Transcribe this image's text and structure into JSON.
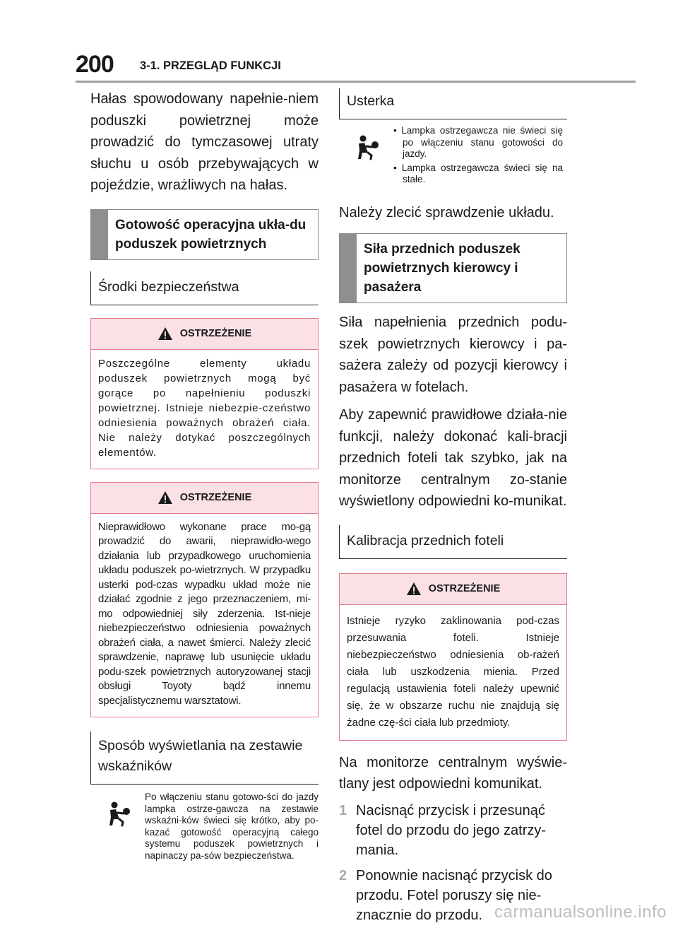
{
  "header": {
    "page_number": "200",
    "section": "3-1. PRZEGLĄD FUNKCJI"
  },
  "left": {
    "intro": "Hałas spowodowany napełnie-niem poduszki powietrznej może prowadzić do tymczasowej utraty słuchu u osób przebywających w pojeździe, wrażliwych na hałas.",
    "heading_readiness": "Gotowość operacyjna ukła-du poduszek powietrznych",
    "sub_safety": "Środki bezpieczeństwa",
    "warning1": {
      "title": "OSTRZEŻENIE",
      "text": "Poszczególne elementy układu poduszek powietrznych mogą być gorące po napełnieniu poduszki powietrznej. Istnieje niebezpie-czeństwo odniesienia poważnych obrażeń ciała. Nie należy dotykać poszczególnych elementów."
    },
    "warning2": {
      "title": "OSTRZEŻENIE",
      "text": "Nieprawidłowo wykonane prace mo-gą prowadzić do awarii, nieprawidło-wego działania lub przypadkowego uruchomienia układu poduszek po-wietrznych. W przypadku usterki pod-czas wypadku układ może nie działać zgodnie z jego przeznaczeniem, mi-mo odpowiedniej siły zderzenia. Ist-nieje niebezpieczeństwo odniesienia poważnych obrażeń ciała, a nawet śmierci. Należy zlecić sprawdzenie, naprawę lub usunięcie układu podu-szek powietrznych autoryzowanej stacji obsługi Toyoty bądź innemu specjalistycznemu warsztatowi."
    },
    "sub_display": "Sposób wyświetlania na zestawie wskaźników",
    "display_text": "Po włączeniu stanu gotowo-ści do jazdy lampka ostrze-gawcza na zestawie wskaźni-ków świeci się krótko, aby po-kazać gotowość operacyjną całego systemu poduszek powietrznych i napinaczy pa-sów bezpieczeństwa."
  },
  "right": {
    "sub_fault": "Usterka",
    "fault_items": [
      "Lampka ostrzegawcza nie świeci się po włączeniu stanu gotowości do jazdy.",
      "Lampka ostrzegawcza świeci się na stałe."
    ],
    "fault_action": "Należy zlecić sprawdzenie układu.",
    "heading_force": "Siła przednich poduszek powietrznych kierowcy i pasażera",
    "force_text1": "Siła napełnienia przednich podu-szek powietrznych kierowcy i pa-sażera zależy od pozycji kierowcy i pasażera w fotelach.",
    "force_text2": "Aby zapewnić prawidłowe działa-nie funkcji, należy dokonać kali-bracji przednich foteli tak szybko, jak na monitorze centralnym zo-stanie wyświetlony odpowiedni ko-munikat.",
    "sub_calibration": "Kalibracja przednich foteli",
    "warning3": {
      "title": "OSTRZEŻENIE",
      "text": "Istnieje ryzyko zaklinowania pod-czas przesuwania foteli. Istnieje niebezpieczeństwo odniesienia ob-rażeń ciała lub uszkodzenia mienia. Przed regulacją ustawienia foteli należy upewnić się, że w obszarze ruchu nie znajdują się żadne czę-ści ciała lub przedmioty."
    },
    "monitor_text": "Na monitorze centralnym wyświe-tlany jest odpowiedni komunikat.",
    "steps": [
      {
        "num": "1",
        "text": "Nacisnąć przycisk i przesunąć fotel do przodu do jego zatrzy-mania."
      },
      {
        "num": "2",
        "text": "Ponownie nacisnąć przycisk do przodu. Fotel poruszy się nie-znacznie do przodu."
      }
    ]
  },
  "watermark": "carmanualsonline.info",
  "icons": {
    "warning": "warning-triangle-icon",
    "airbag": "airbag-warning-light-icon"
  },
  "colors": {
    "warning_border": "#e27a8c",
    "warning_fill": "#fbe1e6",
    "heading_bar": "#8f8f8f",
    "step_number": "#a9a9a9"
  }
}
